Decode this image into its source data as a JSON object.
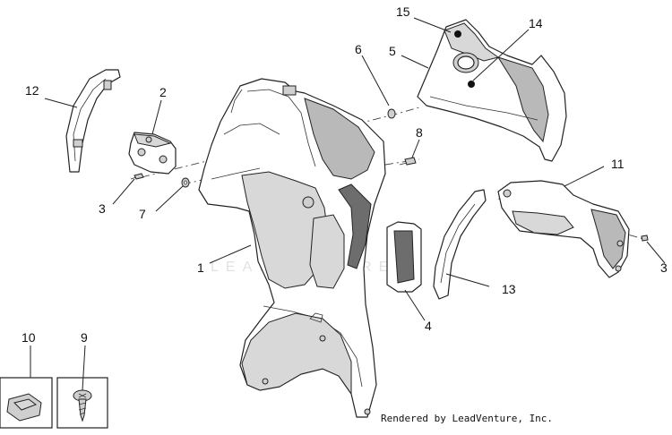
{
  "callouts": {
    "c1": "1",
    "c2": "2",
    "c3a": "3",
    "c3b": "3",
    "c4": "4",
    "c5": "5",
    "c6": "6",
    "c7": "7",
    "c8": "8",
    "c9": "9",
    "c10": "10",
    "c11": "11",
    "c12": "12",
    "c13": "13",
    "c14": "14",
    "c15": "15"
  },
  "watermark": "LEADVENTURE",
  "credit": "Rendered by LeadVenture, Inc."
}
